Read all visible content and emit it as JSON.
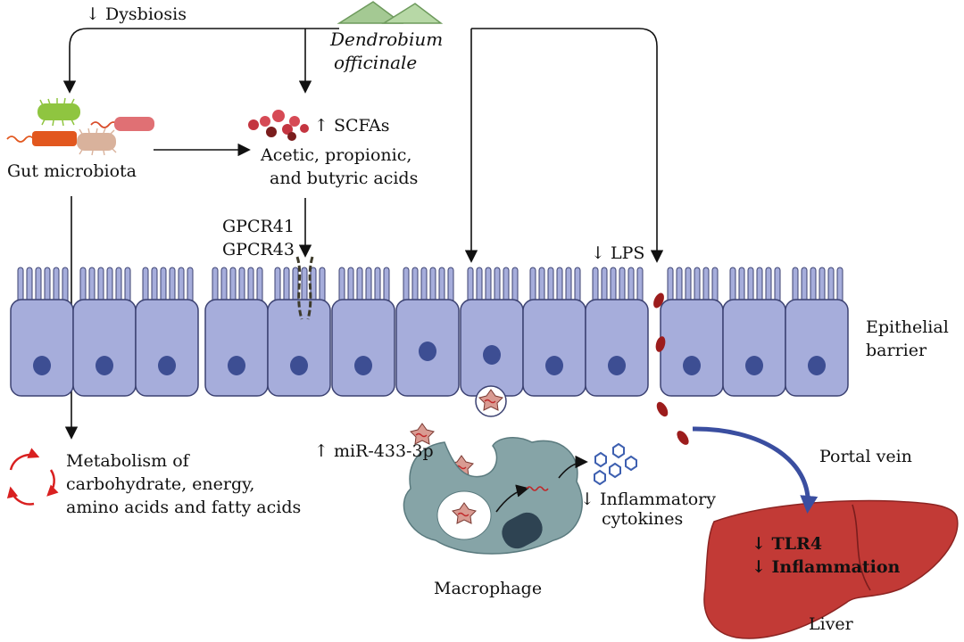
{
  "dysbiosis": {
    "arrow": "↓",
    "text": "Dysbiosis"
  },
  "plant": {
    "line1": "Dendrobium",
    "line2": "officinale"
  },
  "gut": {
    "label": "Gut microbiota"
  },
  "scfa": {
    "arrow": "↑",
    "name": "SCFAs",
    "line1": "Acetic, propionic,",
    "line2": "and butyric acids"
  },
  "receptors": {
    "line1": "GPCR41",
    "line2": "GPCR43"
  },
  "lps": {
    "arrow": "↓",
    "text": "LPS"
  },
  "epithelium": {
    "line1": "Epithelial",
    "line2": "barrier"
  },
  "metabolism": {
    "line1": "Metabolism of",
    "line2": "carbohydrate, energy,",
    "line3": "amino acids and fatty acids"
  },
  "mirna": {
    "arrow": "↑",
    "text": "miR-433-3p"
  },
  "cytokines": {
    "arrow": "↓",
    "line1": "Inflammatory",
    "line2": "cytokines"
  },
  "macrophage": {
    "label": "Macrophage"
  },
  "portal": {
    "label": "Portal vein"
  },
  "liver": {
    "label": "Liver",
    "tlr4": "↓ TLR4",
    "inflammation": "↓ Inflammation"
  },
  "colors": {
    "cell_fill": "#a6addb",
    "cell_stroke": "#3c4272",
    "nucleus": "#3d4e93",
    "liver": "#c23a36",
    "macrophage": "#86a4a7",
    "blood": "#9c1c1c",
    "plant": "#a4c993",
    "portal_arrow": "#3a4ea0",
    "cycle": "#d92020"
  }
}
